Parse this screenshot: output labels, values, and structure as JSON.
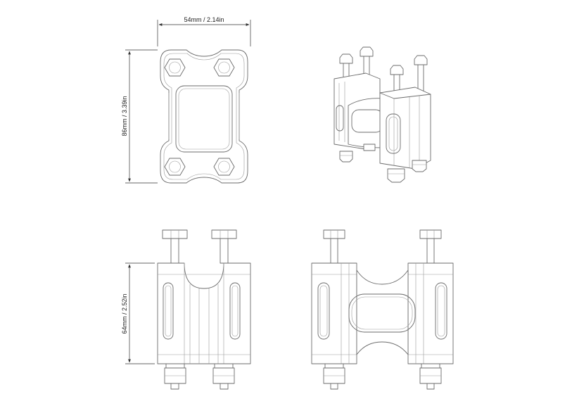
{
  "dimensions": {
    "width": "54mm / 2.14in",
    "height": "86mm / 3.39in",
    "depth": "64mm / 2.52in"
  },
  "colors": {
    "line": "#6b6b6b",
    "dimension": "#333333",
    "background": "#ffffff"
  }
}
